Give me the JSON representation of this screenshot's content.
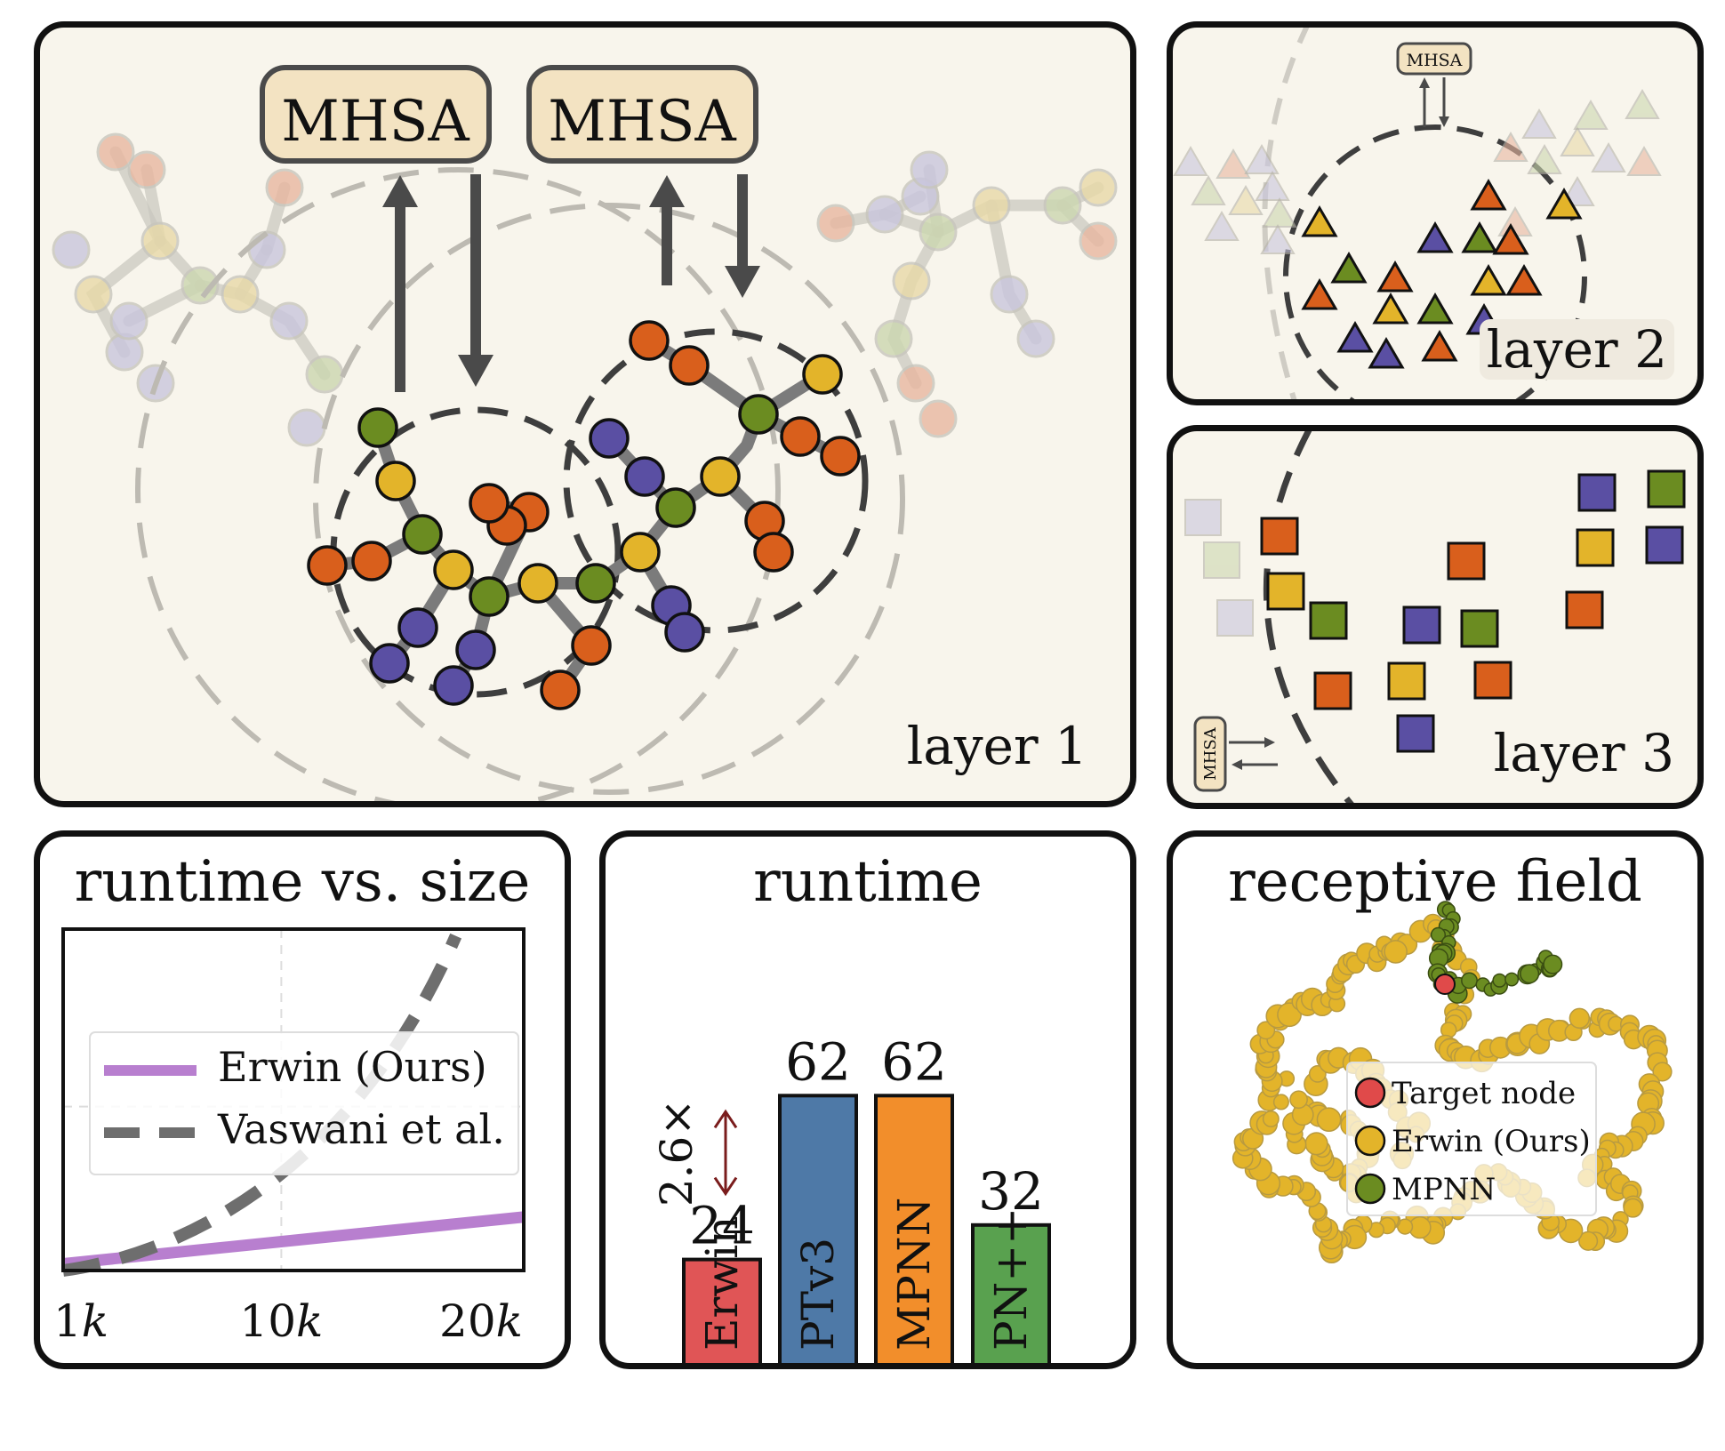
{
  "layer_panels": {
    "layer1": {
      "label": "layer 1",
      "mhsa": [
        "MHSA",
        "MHSA"
      ]
    },
    "layer2": {
      "label": "layer 2",
      "mhsa": "MHSA"
    },
    "layer3": {
      "label": "layer 3",
      "mhsa": "MHSA"
    }
  },
  "colors": {
    "orange": "#d95f1c",
    "yellow": "#e3b42a",
    "green": "#6b8c21",
    "purple": "#5a4fa3",
    "cream": "#f8f5ec",
    "mhsa_fill": "#f3e3c2",
    "erwin_line": "#b87fcf",
    "vaswani_line": "#6e6e6e",
    "bar_erwin": "#e05556",
    "bar_ptv3": "#4e79a7",
    "bar_mpnn": "#f28e2b",
    "bar_pnpp": "#59a14f",
    "arrow": "#7a1c1c"
  },
  "runtime_vs_size": {
    "title": "runtime vs. size",
    "chart_data": {
      "type": "line",
      "x_ticks": [
        "1k",
        "10k",
        "20k"
      ],
      "series": [
        {
          "name": "Erwin (Ours)",
          "x": [
            1,
            20
          ],
          "y": [
            0.02,
            0.16
          ]
        },
        {
          "name": "Vaswani et al.",
          "x": [
            1,
            5,
            10,
            15,
            20
          ],
          "y": [
            0.0,
            0.1,
            0.35,
            0.65,
            1.0
          ]
        }
      ],
      "grid": true,
      "legend": "center-left"
    }
  },
  "runtime": {
    "title": "runtime",
    "annotation": "2.6×",
    "chart_data": {
      "type": "bar",
      "categories": [
        "Erwin",
        "PTv3",
        "MPNN",
        "PN++"
      ],
      "values": [
        24,
        62,
        62,
        32
      ]
    }
  },
  "receptive_field": {
    "title": "receptive field",
    "legend": [
      "Target node",
      "Erwin (Ours)",
      "MPNN"
    ]
  }
}
